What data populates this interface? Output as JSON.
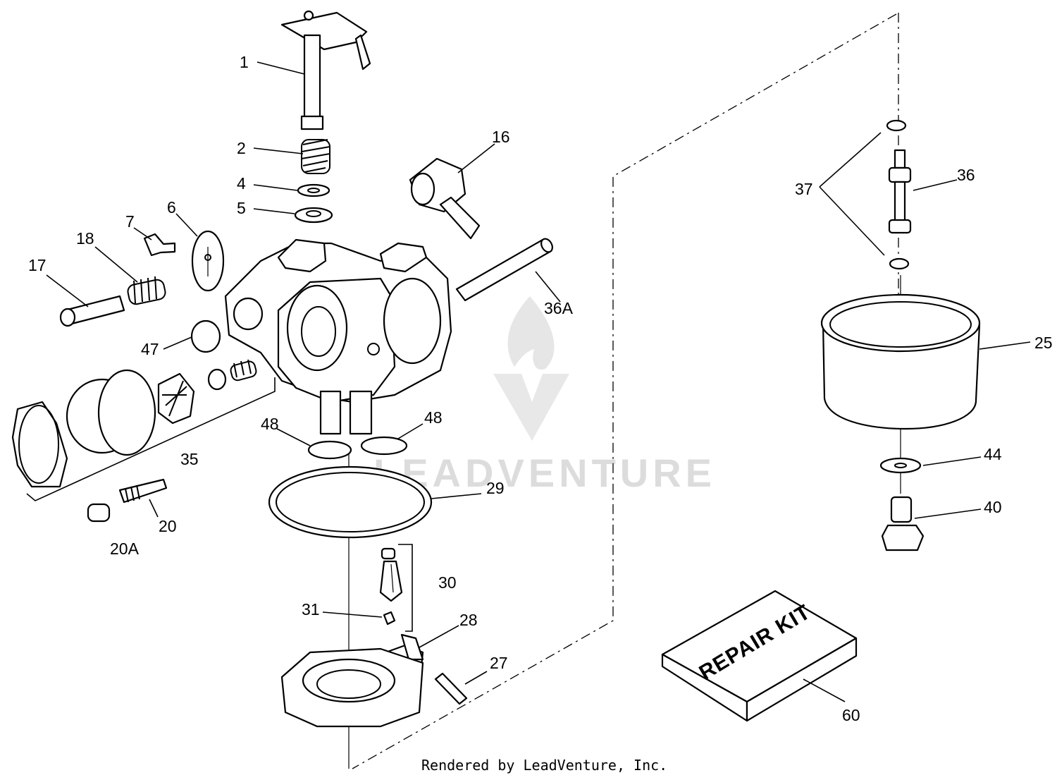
{
  "watermark": {
    "text": "LEADVENTURE"
  },
  "footer": {
    "text": "Rendered by LeadVenture, Inc."
  },
  "kit_label": "REPAIR KIT",
  "callouts": {
    "c1": "1",
    "c2": "2",
    "c4": "4",
    "c5": "5",
    "c6": "6",
    "c7": "7",
    "c16": "16",
    "c17": "17",
    "c18": "18",
    "c20": "20",
    "c20A": "20A",
    "c25": "25",
    "c27": "27",
    "c28": "28",
    "c29": "29",
    "c30": "30",
    "c31": "31",
    "c35": "35",
    "c36": "36",
    "c36A": "36A",
    "c37": "37",
    "c40": "40",
    "c44": "44",
    "c47": "47",
    "c48a": "48",
    "c48b": "48",
    "c60": "60"
  }
}
